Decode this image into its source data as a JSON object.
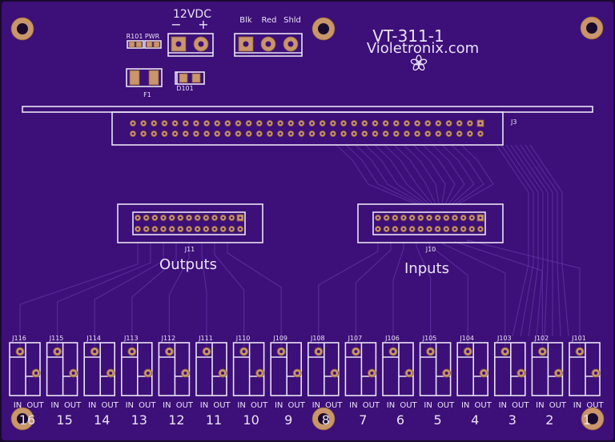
{
  "board": {
    "title": "VT-311-1",
    "website": "Violetronix.com",
    "power_label": "12VDC",
    "power_minus": "−",
    "power_plus": "+",
    "shield_labels": [
      "Blk",
      "Red",
      "Shld"
    ],
    "r101": "R101",
    "pwr": "PWR",
    "f1": "F1",
    "d101": "D101",
    "j3": "J3",
    "j11": "J11",
    "j10": "J10",
    "outputs_label": "Outputs",
    "inputs_label": "Inputs",
    "channels": [
      {
        "ref": "J116",
        "num": "16"
      },
      {
        "ref": "J115",
        "num": "15"
      },
      {
        "ref": "J114",
        "num": "14"
      },
      {
        "ref": "J113",
        "num": "13"
      },
      {
        "ref": "J112",
        "num": "12"
      },
      {
        "ref": "J111",
        "num": "11"
      },
      {
        "ref": "J110",
        "num": "10"
      },
      {
        "ref": "J109",
        "num": "9"
      },
      {
        "ref": "J108",
        "num": "8"
      },
      {
        "ref": "J107",
        "num": "7"
      },
      {
        "ref": "J106",
        "num": "6"
      },
      {
        "ref": "J105",
        "num": "5"
      },
      {
        "ref": "J104",
        "num": "4"
      },
      {
        "ref": "J103",
        "num": "3"
      },
      {
        "ref": "J102",
        "num": "2"
      },
      {
        "ref": "J101",
        "num": "1"
      }
    ],
    "in_label": "IN",
    "out_label": "OUT"
  },
  "colors": {
    "board": "#3d0f78",
    "silk": "#e9e3f5",
    "pad": "#c9966b"
  }
}
